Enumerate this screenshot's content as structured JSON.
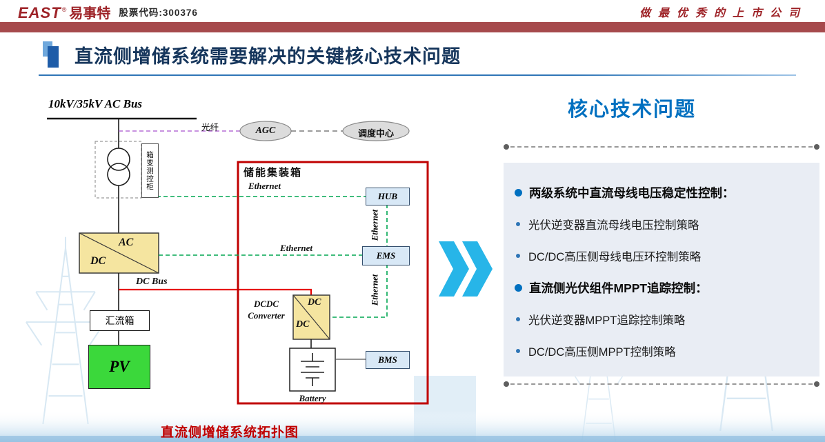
{
  "header": {
    "logo_east": "EAST",
    "logo_reg": "®",
    "logo_cn": "易事特",
    "stock_code": "股票代码:300376",
    "slogan": "做最优秀的上市公司"
  },
  "title": "直流侧增储系统需要解决的关键核心技术问题",
  "diagram": {
    "ac_bus": "10kV/35kV AC Bus",
    "fiber": "光纤",
    "agc": "AGC",
    "dispatch_center": "调度中心",
    "transformer_cabinet": "箱变测控柜",
    "ac": "AC",
    "dc": "DC",
    "dc_bus": "DC Bus",
    "combiner_box": "汇流箱",
    "pv": "PV",
    "container_title": "储能集装箱",
    "ethernet": "Ethernet",
    "hub": "HUB",
    "ems": "EMS",
    "bms": "BMS",
    "dcdc_line1": "DCDC",
    "dcdc_line2": "Converter",
    "battery": "Battery",
    "caption": "直流侧增储系统拓扑图"
  },
  "panel": {
    "title": "核心技术问题",
    "items": [
      {
        "level": 1,
        "text": "两级系统中直流母线电压稳定性控制："
      },
      {
        "level": 2,
        "text": "光伏逆变器直流母线电压控制策略"
      },
      {
        "level": 2,
        "text": "DC/DC高压侧母线电压环控制策略"
      },
      {
        "level": 1,
        "text": "直流侧光伏组件MPPT追踪控制："
      },
      {
        "level": 2,
        "text": "光伏逆变器MPPT追踪控制策略"
      },
      {
        "level": 2,
        "text": "DC/DC高压侧MPPT控制策略"
      }
    ]
  },
  "colors": {
    "header-red": "#9E2328",
    "bar-red": "#A64A4C",
    "title-navy": "#16365C",
    "rule-blue": "#2E75B6",
    "accent-dark": "#1E5CA8",
    "accent-light": "#6FA8DC",
    "container-red": "#C00000",
    "caption-red": "#C00000",
    "red-line": "#E60000",
    "green-line": "#00A651",
    "purple-line": "#B66FD6",
    "yellow-box": "#F5E5A0",
    "blue-box": "#D8E8F6",
    "pv-green": "#3BD83B",
    "ellipse-gray": "#DCDCDC",
    "panel-bg": "#E9EDF4",
    "panel-blue": "#0070C0",
    "sub-blue": "#2E75B6",
    "chevron-cyan": "#27B5E8",
    "watermark-blue": "#A9CDE5"
  }
}
